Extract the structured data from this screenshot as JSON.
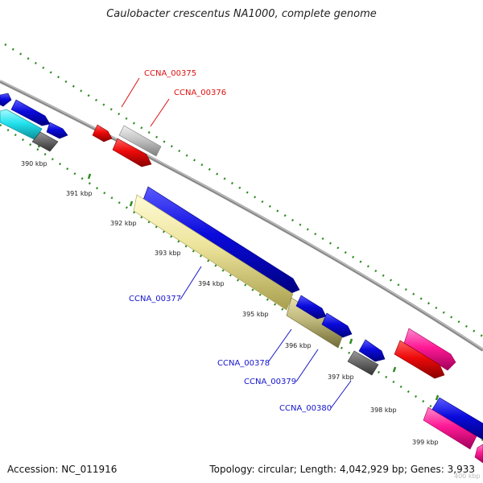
{
  "map": {
    "title": "Caulobacter crescentus NA1000, complete genome",
    "accession": "Accession: NC_011916",
    "topology": "Topology: circular; Length: 4,042,929 bp; Genes: 3,933"
  },
  "colors": {
    "background": "#ffffff",
    "backbone": "#8a8a8a",
    "tick_dots": "#2e8b22",
    "blue": "#0a0adc",
    "red": "#ee0a0a",
    "gray": "#c4c4c4",
    "dark_gray": "#6a6a6a",
    "cyan": "#22e2ee",
    "yellow": "#ece39a",
    "olive": "#bdb77a",
    "magenta": "#ff1a96",
    "label_red": "#dd1111",
    "label_blue": "#1414cc"
  },
  "kbp_labels": [
    "390 kbp",
    "391 kbp",
    "392 kbp",
    "393 kbp",
    "394 kbp",
    "395 kbp",
    "396 kbp",
    "397 kbp",
    "398 kbp",
    "399 kbp",
    "400 kbp"
  ],
  "gene_labels": [
    "CCNA_00375",
    "CCNA_00376",
    "CCNA_00377",
    "CCNA_00378",
    "CCNA_00379",
    "CCNA_00380"
  ]
}
